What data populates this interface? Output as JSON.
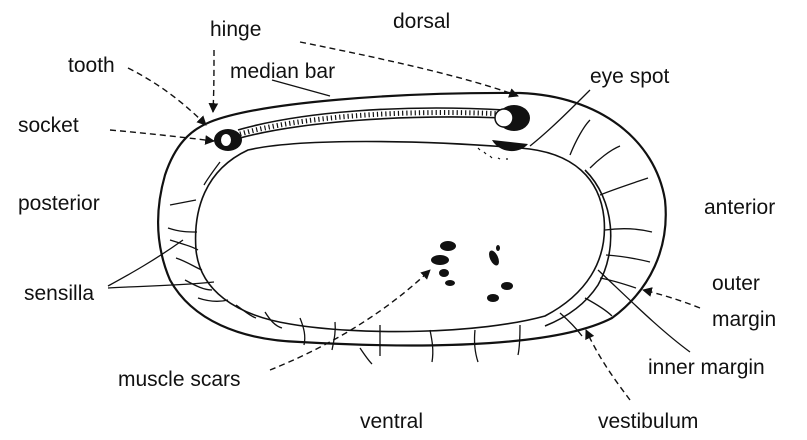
{
  "labels": {
    "dorsal": "dorsal",
    "ventral": "ventral",
    "posterior": "posterior",
    "anterior": "anterior",
    "hinge": "hinge",
    "tooth": "tooth",
    "median_bar": "median bar",
    "socket": "socket",
    "eye_spot": "eye spot",
    "sensilla": "sensilla",
    "muscle_scars": "muscle scars",
    "outer_margin_line1": "outer",
    "outer_margin_line2": "margin",
    "inner_margin": "inner margin",
    "vestibulum": "vestibulum"
  }
}
